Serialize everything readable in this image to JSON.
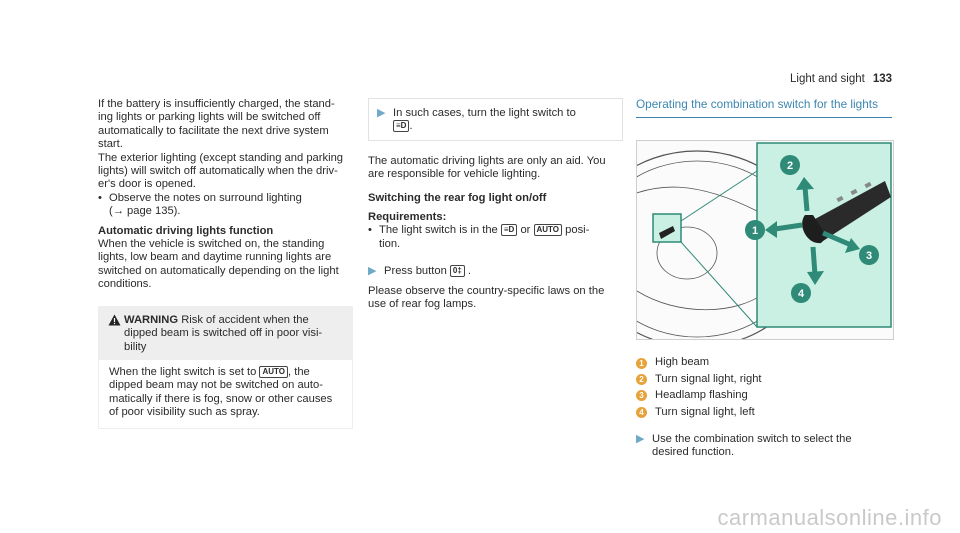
{
  "header": {
    "section": "Light and sight",
    "page": "133"
  },
  "col1": {
    "para1": [
      "If the battery is insufficiently charged, the stand-",
      "ing lights or parking lights will be switched off",
      "automatically to facilitate the next drive system",
      "start."
    ],
    "para2": [
      "The exterior lighting (except standing and parking",
      "lights) will switch off automatically when the driv-",
      "er's door is opened."
    ],
    "bullet1": [
      "Observe the notes on surround lighting",
      "(→ page 135)."
    ],
    "heading": "Automatic driving lights function",
    "para3": [
      "When the vehicle is switched on, the standing",
      "lights, low beam and daytime running lights are",
      "switched on automatically depending on the light",
      "conditions."
    ],
    "warning": {
      "label": "WARNING",
      "head": [
        "Risk of accident when the",
        "dipped beam is switched off in poor visi-",
        "bility"
      ],
      "body": [
        "When the light switch is set to",
        ", the",
        "dipped beam may not be switched on auto-",
        "matically if there is fog, snow or other causes",
        "of poor visibility such as spray."
      ],
      "key": "AUTO"
    }
  },
  "col2": {
    "step1": [
      "In such cases, turn the light switch to",
      "."
    ],
    "step1_key": "≡D",
    "para1": [
      "The automatic driving lights are only an aid. You",
      "are responsible for vehicle lighting."
    ],
    "heading": "Switching the rear fog light on/off",
    "req_label": "Requirements:",
    "req_bullet": [
      "The light switch is in the",
      "or",
      "posi-",
      "tion."
    ],
    "req_keys": [
      "≡D",
      "AUTO"
    ],
    "step2": "Press button",
    "step2_key": "0‡",
    "para2": [
      "Please observe the country-specific laws on the",
      "use of rear fog lamps."
    ]
  },
  "col3": {
    "title": "Operating the combination switch for the lights",
    "legend": [
      {
        "n": "1",
        "label": "High beam"
      },
      {
        "n": "2",
        "label": "Turn signal light, right"
      },
      {
        "n": "3",
        "label": "Headlamp flashing"
      },
      {
        "n": "4",
        "label": "Turn signal light, left"
      }
    ],
    "step": [
      "Use the combination switch to select the",
      "desired function."
    ]
  },
  "watermark": "carmanualsonline.info",
  "colors": {
    "accent": "#3c86b0",
    "callout": "#e8a23a",
    "teal": "#2f8a78",
    "highlight": "#c9f0e2"
  }
}
